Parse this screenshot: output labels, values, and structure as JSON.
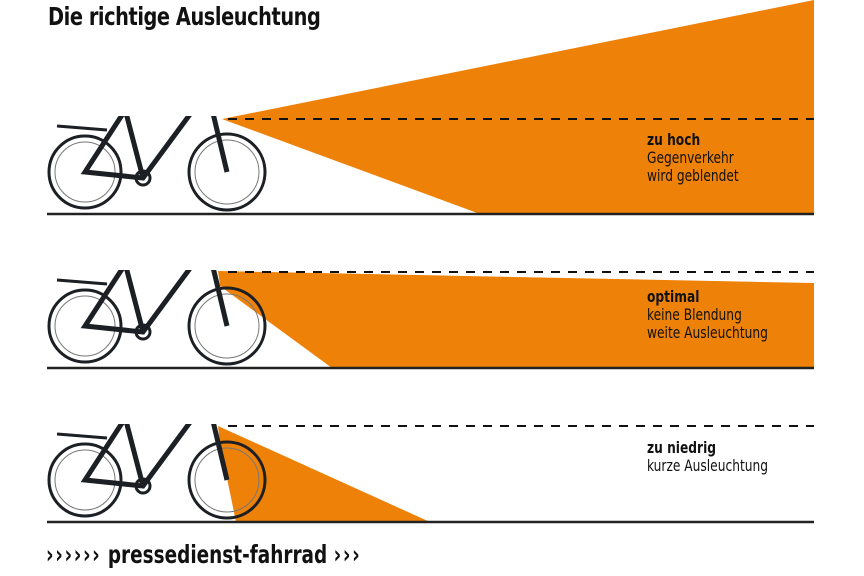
{
  "title": "Die richtige Ausleuchtung",
  "colors": {
    "beam": "#ee8208",
    "ground": "#222222",
    "bike_frame": "#1c1f24",
    "bike_accent": "#4a7db5"
  },
  "panels": [
    {
      "heading": "zu hoch",
      "lines": [
        "Gegenverkehr",
        "wird geblendet"
      ]
    },
    {
      "heading": "optimal",
      "lines": [
        "keine Blendung",
        "weite Ausleuchtung"
      ]
    },
    {
      "heading": "zu niedrig",
      "lines": [
        "kurze Ausleuchtung"
      ]
    }
  ],
  "footer": {
    "prefix": "››››››",
    "brand": "pressedienst-fahrrad",
    "suffix": "›››"
  }
}
